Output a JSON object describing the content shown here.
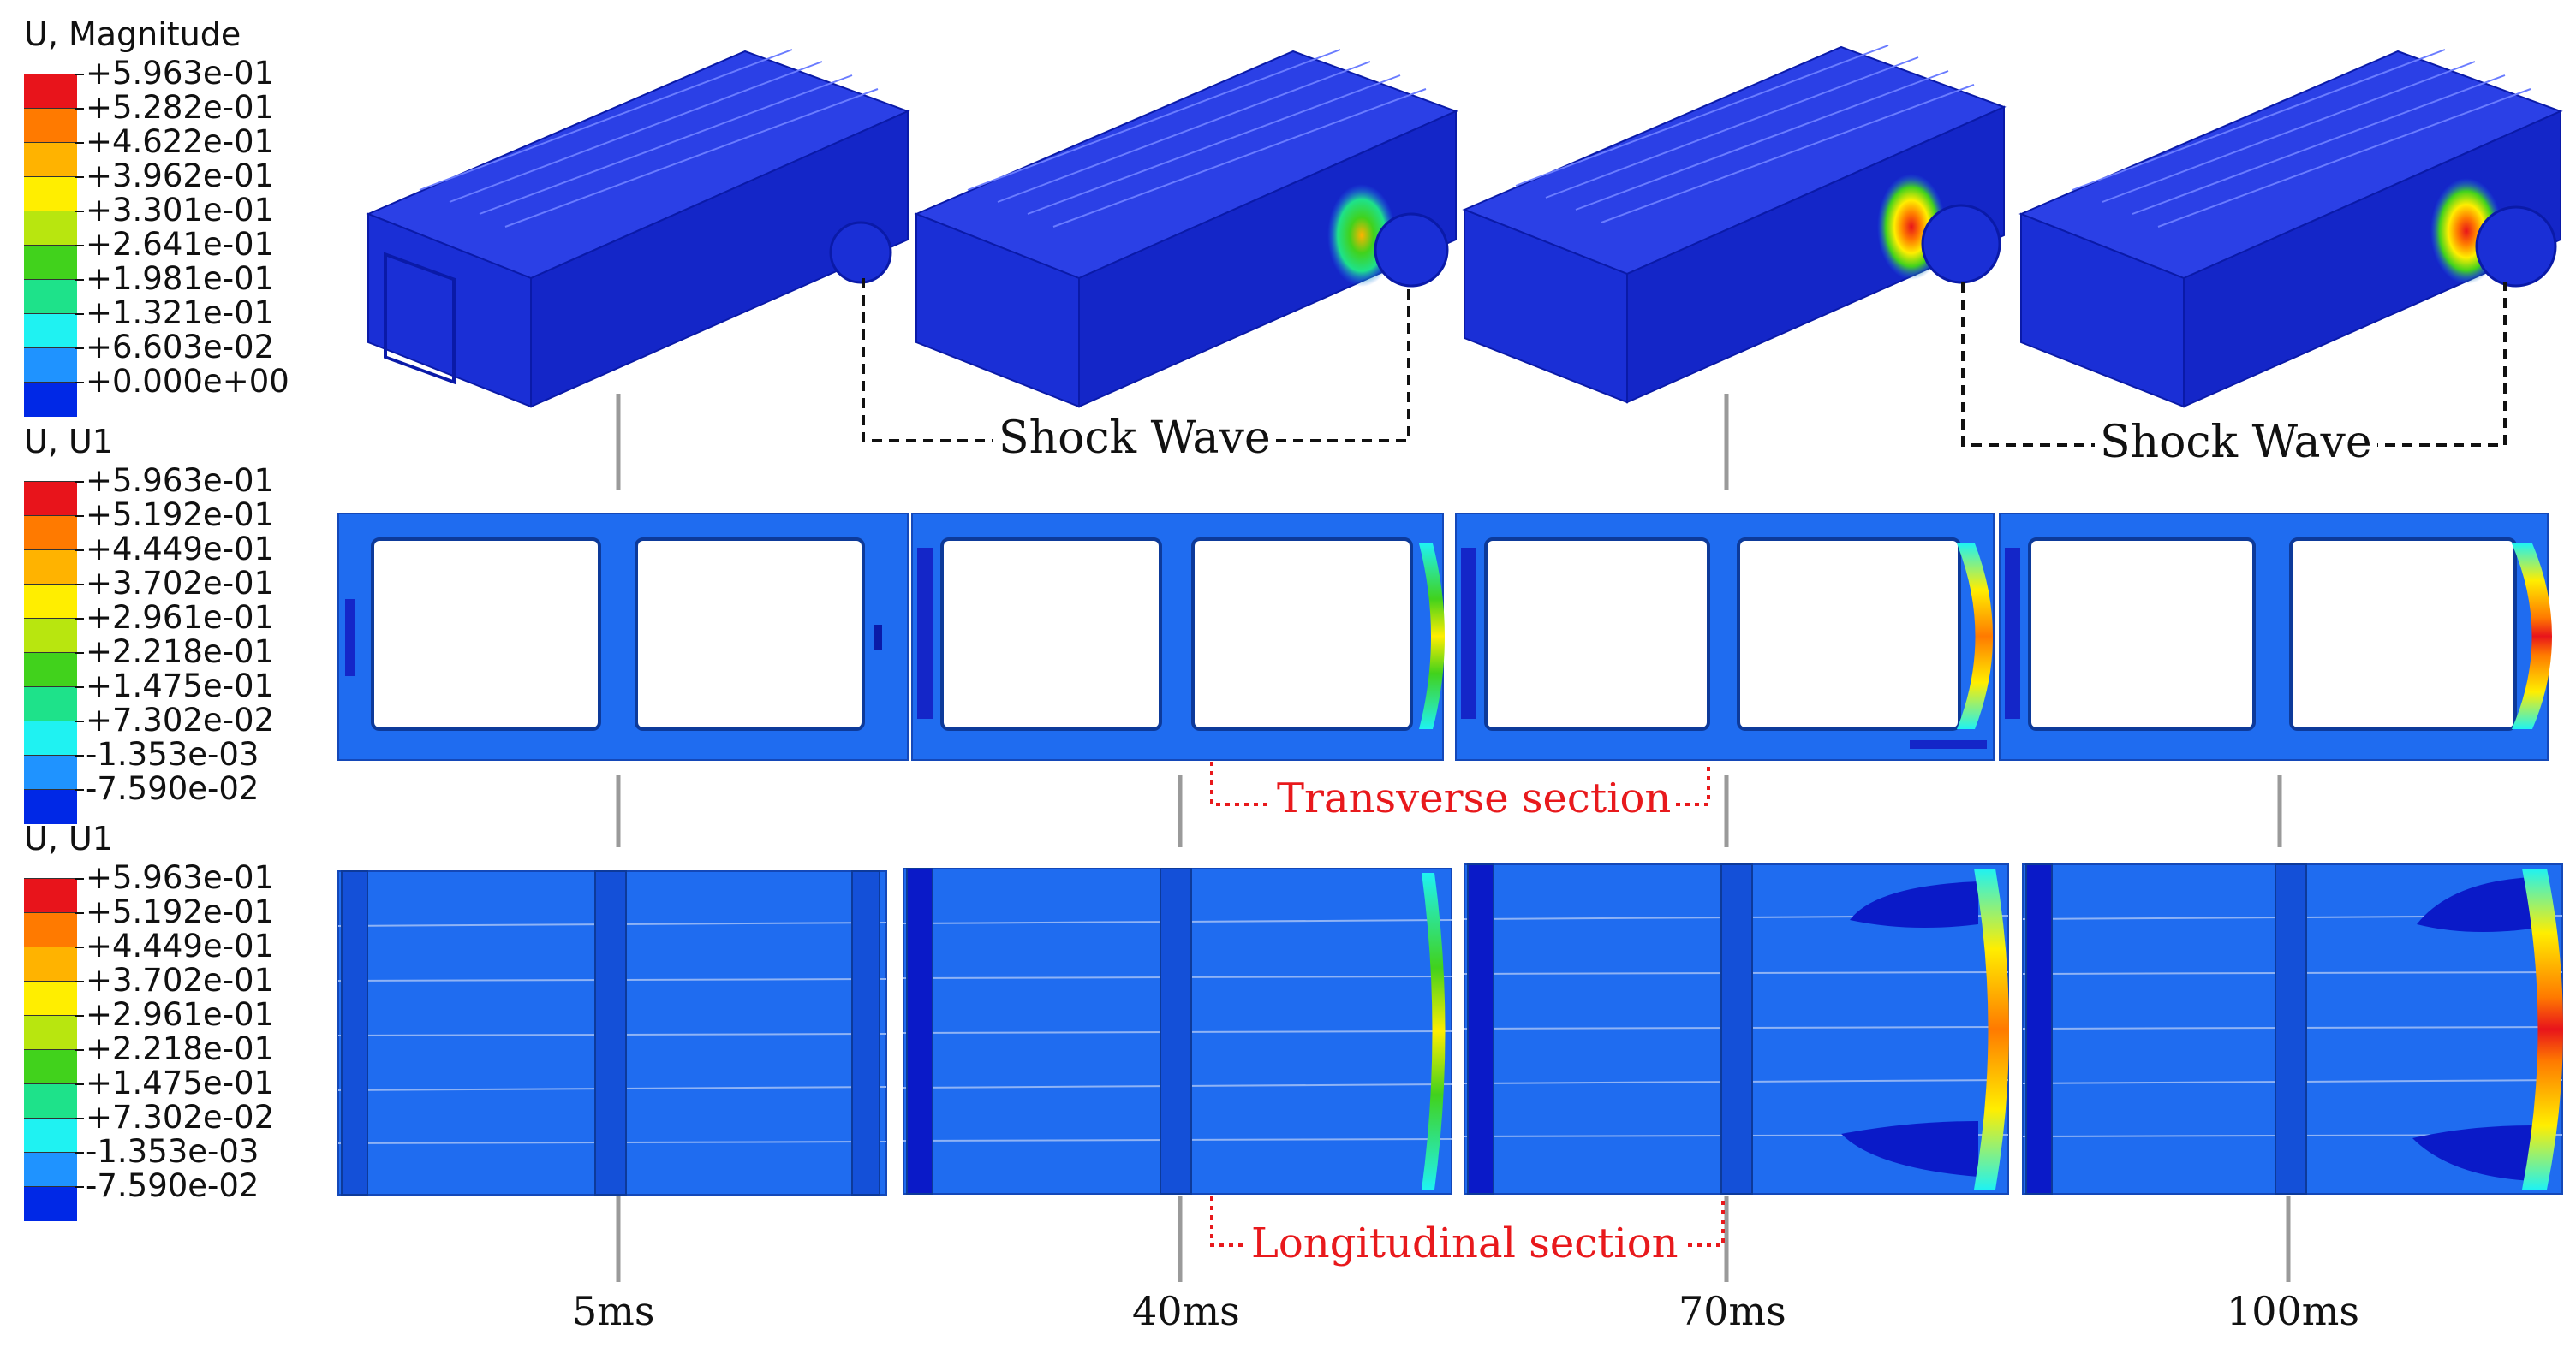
{
  "legends": [
    {
      "title": "U, Magnitude",
      "labels": [
        "+5.963e-01",
        "+5.282e-01",
        "+4.622e-01",
        "+3.962e-01",
        "+3.301e-01",
        "+2.641e-01",
        "+1.981e-01",
        "+1.321e-01",
        "+6.603e-02",
        "+0.000e+00"
      ]
    },
    {
      "title": "U, U1",
      "labels": [
        "+5.963e-01",
        "+5.192e-01",
        "+4.449e-01",
        "+3.702e-01",
        "+2.961e-01",
        "+2.218e-01",
        "+1.475e-01",
        "+7.302e-02",
        "-1.353e-03",
        "-7.590e-02"
      ]
    },
    {
      "title": "U, U1",
      "labels": [
        "+5.963e-01",
        "+5.192e-01",
        "+4.449e-01",
        "+3.702e-01",
        "+2.961e-01",
        "+2.218e-01",
        "+1.475e-01",
        "+7.302e-02",
        "-1.353e-03",
        "-7.590e-02"
      ]
    }
  ],
  "colormap": [
    "#e8141b",
    "#ff7a00",
    "#ffb300",
    "#ffee00",
    "#b8e60f",
    "#41d21c",
    "#1ee28a",
    "#1ff2f2",
    "#1f93ff",
    "#0028e6"
  ],
  "times": [
    "5ms",
    "40ms",
    "70ms",
    "100ms"
  ],
  "annotations": {
    "shock_wave": "Shock Wave",
    "transverse": "Transverse section",
    "longitudinal": "Longitudinal section"
  },
  "colors": {
    "model_dark": "#1a2fd6",
    "section_blue": "#1f6cf0",
    "annotation_red": "#e8191c"
  }
}
